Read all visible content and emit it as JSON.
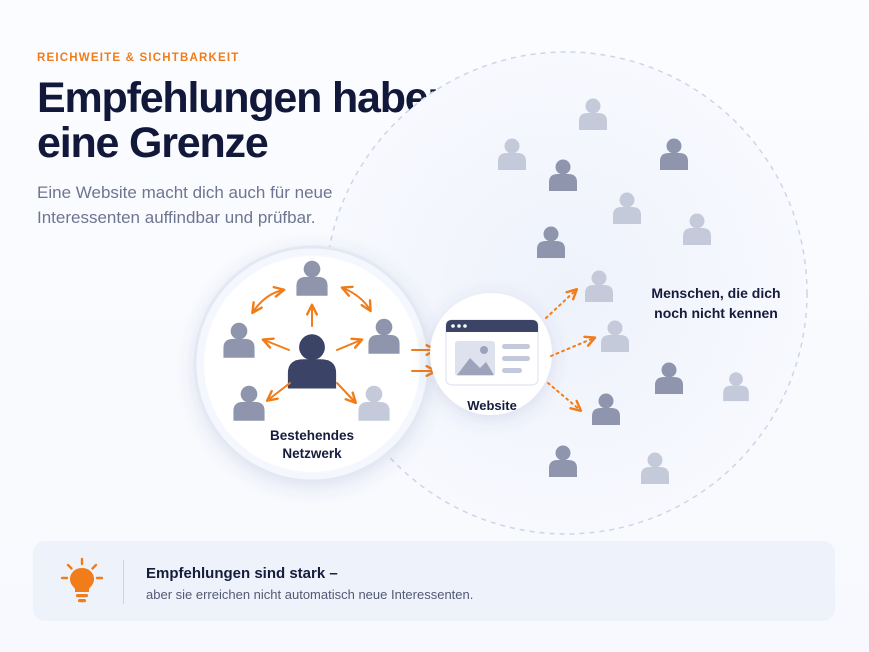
{
  "header": {
    "eyebrow": "REICHWEITE & SICHTBARKEIT",
    "title": "Empfehlungen haben eine Grenze",
    "subtitle": "Eine Website macht dich auch für neue Interessenten auffindbar und prüfbar."
  },
  "diagram": {
    "network_label": "Bestehendes Netzwerk",
    "website_label": "Website",
    "people_label": "Menschen, die dich noch nicht kennen"
  },
  "callout": {
    "icon": "lightbulb-icon",
    "title": "Empfehlungen sind stark –",
    "subtitle": "aber sie erreichen nicht automatisch neue Interessenten."
  },
  "colors": {
    "accent": "#f07c1a",
    "text": "#12183a",
    "person_dark": "#3b4466",
    "person_mid": "#8e95ad",
    "person_light": "#c5cadb"
  }
}
